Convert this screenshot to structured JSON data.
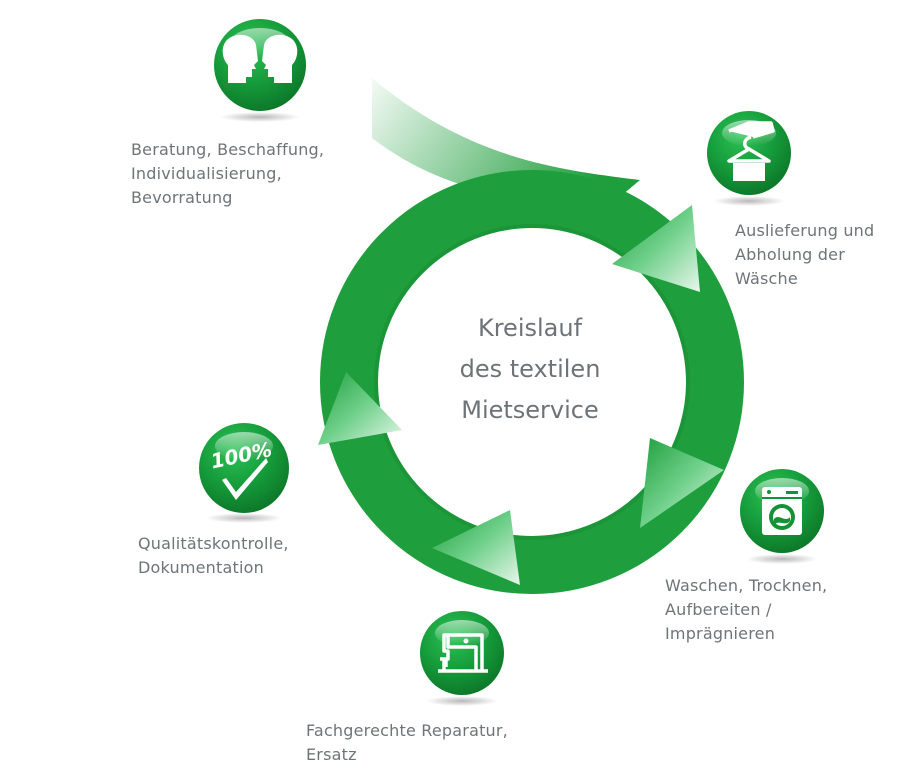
{
  "colors": {
    "ring_green": "#1e9e3c",
    "ring_dark": "#127a2a",
    "icon_green": "#149236",
    "text_gray": "#6f7478"
  },
  "center": {
    "lines": [
      "Kreislauf",
      "des textilen",
      "Mietservice"
    ]
  },
  "steps": [
    {
      "icon": "consulting-heads-icon",
      "lines": [
        "Beratung, Beschaffung,",
        "Individualisierung,",
        "Bevorratung"
      ]
    },
    {
      "icon": "delivery-hanger-hand-icon",
      "lines": [
        "Auslieferung und",
        "Abholung der",
        "Wäsche"
      ]
    },
    {
      "icon": "washing-machine-icon",
      "lines": [
        "Waschen, Trocknen,",
        "Aufbereiten /",
        "Imprägnieren"
      ]
    },
    {
      "icon": "sewing-machine-icon",
      "lines": [
        "Fachgerechte Reparatur,",
        "Ersatz"
      ]
    },
    {
      "icon": "quality-check-icon",
      "icon_text": "100%",
      "lines": [
        "Qualitätskontrolle,",
        "Dokumentation"
      ]
    }
  ]
}
